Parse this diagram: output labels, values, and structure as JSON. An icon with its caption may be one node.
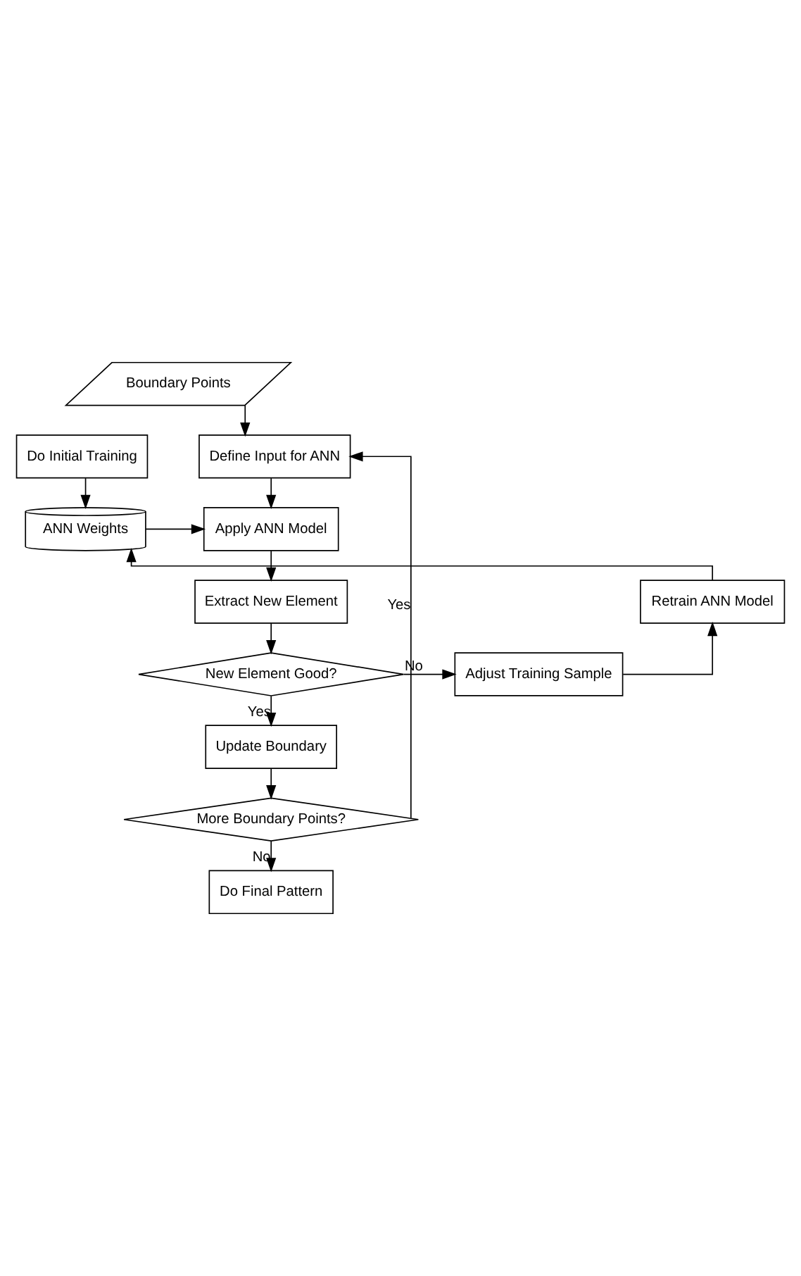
{
  "diagram": {
    "nodes": [
      {
        "text": [
          "Boundary Points"
        ]
      },
      {
        "text": [
          "Define Input for ANN"
        ]
      },
      {
        "text": [
          "Apply ANN Model"
        ]
      },
      {
        "text": [
          "Extract New Element"
        ]
      },
      {
        "text": [
          "New Element Good?"
        ]
      },
      {
        "text": [
          "Update Boundary"
        ]
      },
      {
        "text": [
          "More Boundary Points?"
        ]
      },
      {
        "text": [
          "Do Final Pattern"
        ]
      },
      {
        "text": [
          "Do Initial Training"
        ]
      },
      {
        "text": [
          "ANN Weights"
        ]
      },
      {
        "text": [
          "Retrain ANN Model"
        ]
      },
      {
        "text": [
          "Adjust Training Sample"
        ]
      }
    ],
    "edges": [
      {
        "from": 0,
        "to": 1,
        "arrow": "to"
      },
      {
        "from": 1,
        "to": 2,
        "arrow": "to"
      },
      {
        "from": 2,
        "to": 3,
        "arrow": "to"
      },
      {
        "from": 3,
        "to": 4,
        "arrow": "to"
      },
      {
        "from": 4,
        "to": 5,
        "arrow": "to",
        "label": "Yes"
      },
      {
        "from": 5,
        "to": 6,
        "arrow": "to"
      },
      {
        "from": 6,
        "to": 1,
        "arrow": "to",
        "label": "Yes"
      },
      {
        "from": 6,
        "to": 7,
        "arrow": "to",
        "label": "No"
      },
      {
        "from": 4,
        "to": 11,
        "arrow": "to",
        "label": "No"
      },
      {
        "from": 11,
        "to": 10,
        "arrow": "to"
      },
      {
        "from": 10,
        "to": 9,
        "arrow": "to"
      },
      {
        "from": 8,
        "to": 9,
        "arrow": "to"
      },
      {
        "from": 9,
        "to": 2,
        "arrow": "to"
      }
    ]
  }
}
